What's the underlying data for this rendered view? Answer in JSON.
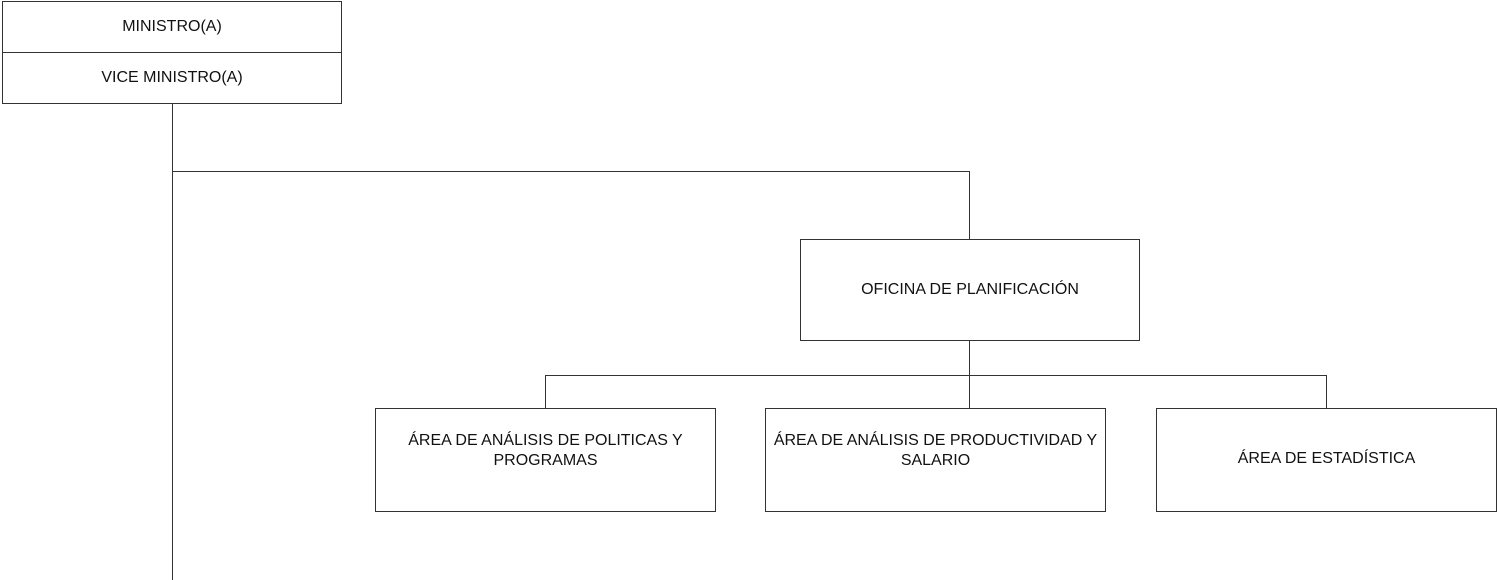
{
  "nodes": {
    "ministro": "MINISTRO(A)",
    "vice_ministro": "VICE MINISTRO(A)",
    "oficina_planificacion": "OFICINA DE PLANIFICACIÓN",
    "area_politicas": "ÁREA DE ANÁLISIS DE POLITICAS Y PROGRAMAS",
    "area_productividad": "ÁREA DE ANÁLISIS DE PRODUCTIVIDAD Y SALARIO",
    "area_estadistica": "ÁREA DE ESTADÍSTICA"
  }
}
